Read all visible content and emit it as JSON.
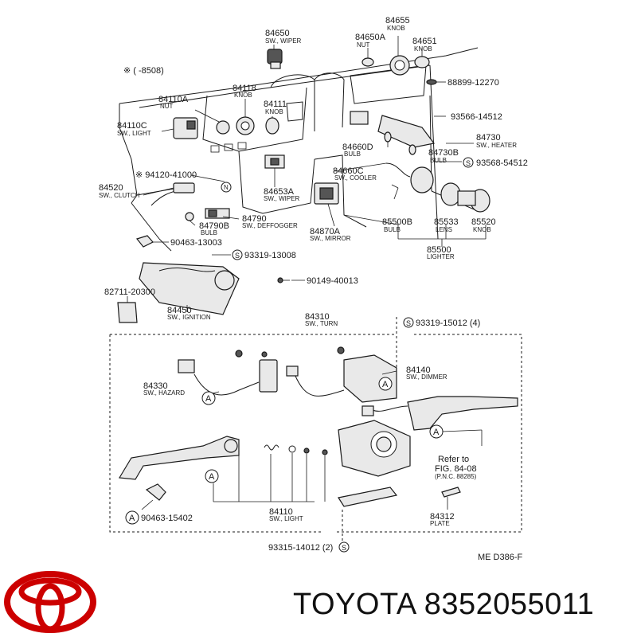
{
  "top_note": "※ (      -8508)",
  "parts": [
    {
      "id": "p84650",
      "num": "84650",
      "desc": "SW., WIPER"
    },
    {
      "id": "p84655",
      "num": "84655",
      "desc": "KNOB"
    },
    {
      "id": "p84650A",
      "num": "84650A",
      "desc": "NUT"
    },
    {
      "id": "p84651",
      "num": "84651",
      "desc": "KNOB"
    },
    {
      "id": "p88899",
      "num": "88899-12270",
      "desc": ""
    },
    {
      "id": "p84118",
      "num": "84118",
      "desc": "KNOB"
    },
    {
      "id": "p84110A",
      "num": "84110A",
      "desc": "NUT"
    },
    {
      "id": "p84111",
      "num": "84111",
      "desc": "KNOB"
    },
    {
      "id": "p84110C",
      "num": "84110C",
      "desc": "SW., LIGHT"
    },
    {
      "id": "p93566",
      "num": "93566-14512",
      "desc": ""
    },
    {
      "id": "p84730",
      "num": "84730",
      "desc": "SW., HEATER"
    },
    {
      "id": "p84660D",
      "num": "84660D",
      "desc": "BULB"
    },
    {
      "id": "p84730B",
      "num": "84730B",
      "desc": "BULB"
    },
    {
      "id": "p93568",
      "num": "93568-54512",
      "desc": ""
    },
    {
      "id": "p94120",
      "num": "※ 94120-41000",
      "desc": ""
    },
    {
      "id": "p84660C",
      "num": "84660C",
      "desc": "SW., COOLER"
    },
    {
      "id": "p84520",
      "num": "84520",
      "desc": "SW., CLUTCH"
    },
    {
      "id": "p84653A",
      "num": "84653A",
      "desc": "SW., WIPER"
    },
    {
      "id": "p84790",
      "num": "84790",
      "desc": "SW., DEFFOGGER"
    },
    {
      "id": "p84790B",
      "num": "84790B",
      "desc": "BULB"
    },
    {
      "id": "p84870A",
      "num": "84870A",
      "desc": "SW., MIRROR"
    },
    {
      "id": "p85500B",
      "num": "85500B",
      "desc": "BULB"
    },
    {
      "id": "p85533",
      "num": "85533",
      "desc": "LENS"
    },
    {
      "id": "p85520",
      "num": "85520",
      "desc": "KNOB"
    },
    {
      "id": "p85500",
      "num": "85500",
      "desc": "LIGHTER"
    },
    {
      "id": "p90463a",
      "num": "90463-13003",
      "desc": ""
    },
    {
      "id": "p93319a",
      "num": "93319-13008",
      "desc": ""
    },
    {
      "id": "p90149",
      "num": "90149-40013",
      "desc": ""
    },
    {
      "id": "p82711",
      "num": "82711-20300",
      "desc": ""
    },
    {
      "id": "p84450",
      "num": "84450",
      "desc": "SW., IGNITION"
    },
    {
      "id": "p84310",
      "num": "84310",
      "desc": "SW., TURN"
    },
    {
      "id": "p93319b",
      "num": "93319-15012 (4)",
      "desc": ""
    },
    {
      "id": "p84140",
      "num": "84140",
      "desc": "SW., DIMMER"
    },
    {
      "id": "p84330",
      "num": "84330",
      "desc": "SW., HAZARD"
    },
    {
      "id": "p84110",
      "num": "84110",
      "desc": "SW., LIGHT"
    },
    {
      "id": "p90463b",
      "num": "90463-15402",
      "desc": ""
    },
    {
      "id": "p84312",
      "num": "84312",
      "desc": "PLATE"
    },
    {
      "id": "p93315",
      "num": "93315-14012 (2)",
      "desc": ""
    }
  ],
  "refer_to": {
    "line1": "Refer to",
    "line2": "FIG. 84-08",
    "line3": "(P.N.C. 88285)"
  },
  "callout_letter": "A",
  "s_mark": "S",
  "diagram_code": "ME  D386-F",
  "brand": {
    "name": "TOYOTA",
    "part_number": "8352055011",
    "logo_color": "#cc0000"
  }
}
